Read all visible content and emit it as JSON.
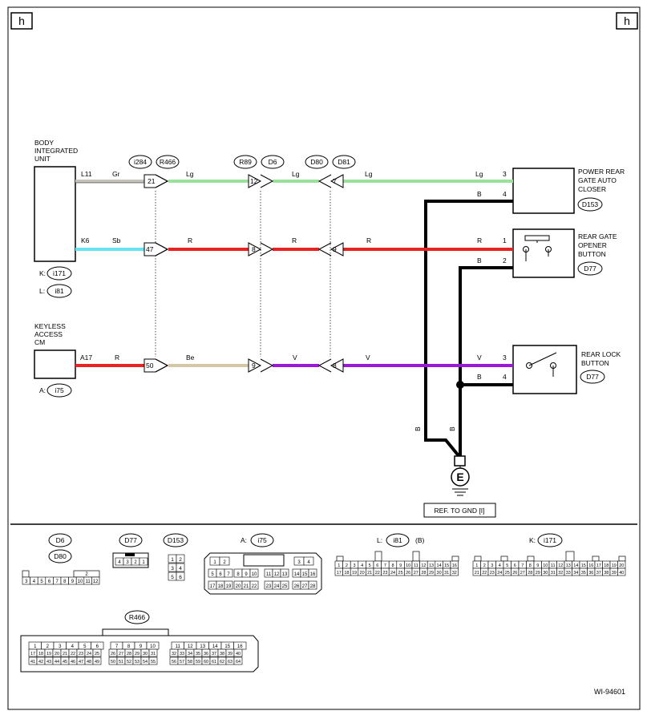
{
  "page_marker": "h",
  "modules": {
    "body_integrated_unit": {
      "label_lines": [
        "BODY",
        "INTEGRATED",
        "UNIT"
      ],
      "conn_k": "K:",
      "conn_k_id": "i171",
      "conn_l": "L:",
      "conn_l_id": "i81"
    },
    "keyless_access_cm": {
      "label_lines": [
        "KEYLESS",
        "ACCESS",
        "CM"
      ],
      "conn_a": "A:",
      "conn_a_id": "i75"
    },
    "power_rear_gate_auto_closer": {
      "label_lines": [
        "POWER REAR",
        "GATE AUTO",
        "CLOSER"
      ],
      "conn_id": "D153"
    },
    "rear_gate_opener_button": {
      "label_lines": [
        "REAR GATE",
        "OPENER",
        "BUTTON"
      ],
      "conn_id": "D77"
    },
    "rear_lock_button": {
      "label_lines": [
        "REAR LOCK",
        "BUTTON"
      ],
      "conn_id": "D77"
    }
  },
  "junction_labels": [
    "i284",
    "R466",
    "R89",
    "D6",
    "D80",
    "D81"
  ],
  "wires": {
    "top": {
      "src_code": "L11",
      "colors": [
        "Gr",
        "Lg",
        "Lg",
        "Lg",
        "Lg"
      ],
      "pins": [
        "21",
        "12",
        "7",
        "3"
      ],
      "colors_hex": [
        "#c8c2bc",
        "#9be09b",
        "#9be09b",
        "#9be09b"
      ]
    },
    "ground1": {
      "color": "B",
      "pin": "4"
    },
    "mid": {
      "src_code": "K6",
      "colors": [
        "Sb",
        "R",
        "R",
        "R",
        "R"
      ],
      "pins": [
        "47",
        "8",
        "9",
        "1"
      ],
      "colors_hex": [
        "#66e4f2",
        "#e82222",
        "#e82222",
        "#e82222"
      ]
    },
    "ground2": {
      "color": "B",
      "pin": "2"
    },
    "bottom": {
      "src_code": "A17",
      "colors": [
        "R",
        "Be",
        "V",
        "V",
        "V"
      ],
      "pins": [
        "50",
        "9",
        "8",
        "3"
      ],
      "colors_hex": [
        "#e82222",
        "#d6c6a8",
        "#9a18d8",
        "#9a18d8"
      ]
    },
    "ground3": {
      "color": "B",
      "pin": "4"
    },
    "vertical_labels": [
      "B",
      "B"
    ]
  },
  "ground": {
    "symbol": "E",
    "ref": "REF. TO GND [I]"
  },
  "connectors": {
    "d6": "D6",
    "d80": "D80",
    "d6_top": [
      "2"
    ],
    "d6_bottom": [
      "3",
      "4",
      "5",
      "6",
      "7",
      "8",
      "9",
      "10",
      "11",
      "12"
    ],
    "d77": "D77",
    "d77_pins": [
      "4",
      "3",
      "2",
      "1"
    ],
    "d153": "D153",
    "d153_pins": [
      "1",
      "2",
      "3",
      "4",
      "5",
      "6"
    ],
    "i75_prefix": "A:",
    "i75": "i75",
    "i75_row1": [
      "1",
      "2",
      "3",
      "4"
    ],
    "i75_row2": [
      "5",
      "6",
      "7",
      "8",
      "9",
      "10",
      "11",
      "12",
      "13",
      "14",
      "15",
      "16"
    ],
    "i75_row3": [
      "17",
      "18",
      "19",
      "20",
      "21",
      "22",
      "23",
      "24",
      "25",
      "26",
      "27",
      "28"
    ],
    "i81_prefix": "L:",
    "i81": "i81",
    "i81_suffix": "(B)",
    "i81_row1": [
      "1",
      "2",
      "3",
      "4",
      "5",
      "6",
      "7",
      "8",
      "9",
      "10",
      "11",
      "12",
      "13",
      "14",
      "15",
      "16"
    ],
    "i81_row2": [
      "17",
      "18",
      "19",
      "20",
      "21",
      "22",
      "23",
      "24",
      "25",
      "26",
      "27",
      "28",
      "29",
      "30",
      "31",
      "32"
    ],
    "i171_prefix": "K:",
    "i171": "i171",
    "i171_row1": [
      "1",
      "2",
      "3",
      "4",
      "5",
      "6",
      "7",
      "8",
      "9",
      "10",
      "11",
      "12",
      "13",
      "14",
      "15",
      "16",
      "17",
      "18",
      "19",
      "20"
    ],
    "i171_row2": [
      "21",
      "22",
      "23",
      "24",
      "25",
      "26",
      "27",
      "28",
      "29",
      "30",
      "31",
      "32",
      "33",
      "34",
      "35",
      "36",
      "37",
      "38",
      "39",
      "40"
    ],
    "r466": "R466",
    "r466_g1_row1": [
      "1",
      "2",
      "3",
      "4",
      "5",
      "6"
    ],
    "r466_g1_row2": [
      "17",
      "18",
      "19",
      "20",
      "21",
      "22",
      "23",
      "24",
      "25"
    ],
    "r466_g1_row3": [
      "41",
      "42",
      "43",
      "44",
      "45",
      "46",
      "47",
      "48",
      "49"
    ],
    "r466_g2_row1": [
      "7",
      "8",
      "9",
      "10"
    ],
    "r466_g2_row2": [
      "26",
      "27",
      "28",
      "29",
      "30",
      "31"
    ],
    "r466_g2_row3": [
      "50",
      "51",
      "52",
      "53",
      "54",
      "55"
    ],
    "r466_g3_row1": [
      "11",
      "12",
      "13",
      "14",
      "15",
      "16"
    ],
    "r466_g3_row2": [
      "32",
      "33",
      "34",
      "35",
      "36",
      "37",
      "38",
      "39",
      "40"
    ],
    "r466_g3_row3": [
      "56",
      "57",
      "58",
      "59",
      "60",
      "61",
      "62",
      "63",
      "64"
    ]
  },
  "diagram_id": "WI-94601"
}
